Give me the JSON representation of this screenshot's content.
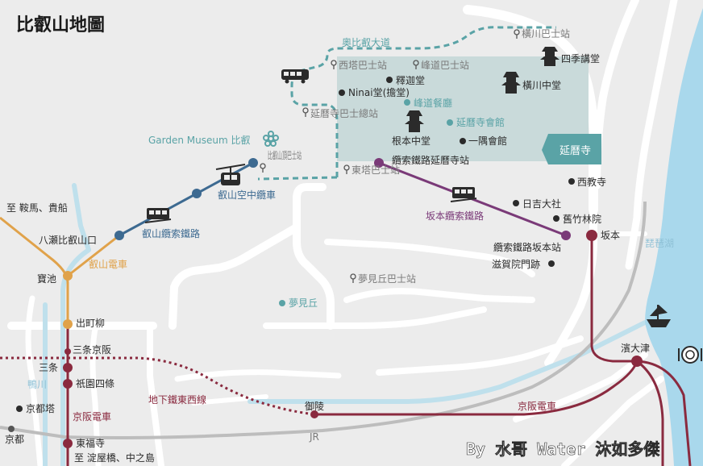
{
  "title": "比叡山地圖",
  "credit": "By 水哥 Water 沐如多傑",
  "colors": {
    "background": "#ececec",
    "road": "#ffffff",
    "lake": "#a9d8ec",
    "temple_area": "#c9dada",
    "okuhiei_road": "#5aa3a6",
    "eizan_cable": "#3d6a91",
    "eizan_railway": "#e0a24a",
    "keihan": "#8a2a3f",
    "sakamoto_cable": "#7a3a78",
    "subway_tozai": "#8a2a3f",
    "jr": "#b9b9b9"
  },
  "labels": {
    "okuhiei_road": "奧比叡大道",
    "yokawa_bus": "橫川巴士站",
    "shiki_kodo": "四季講堂",
    "yokawa_chudo": "橫川中堂",
    "saito_bus": "西塔巴士站",
    "mine_bus": "峰道巴士站",
    "shaka_do": "釋迦堂",
    "ninai_do": "Ninai堂(擔堂)",
    "mine_restaurant": "峰道餐廳",
    "enryakuji_bus": "延曆寺巴士總站",
    "enryakuji_hall": "延曆寺會館",
    "konpon_chudo": "根本中堂",
    "ichigu_kaikan": "一隅會館",
    "enryakuji": "延曆寺",
    "garden_museum": "Garden Museum 比叡",
    "hieizan_top_bus": "比叡山頂巴士站",
    "toto_bus": "東塔巴士站",
    "cable_enryakuji_station": "纜索鐵路延曆寺站",
    "eizan_ropeway": "叡山空中纜車",
    "eizan_cable": "叡山纜索鐵路",
    "sakamoto_cable": "坂本纜索鐵路",
    "saikyoji": "西教寺",
    "hiyoshi_taisha": "日吉大社",
    "kyuchikurin_in": "舊竹林院",
    "cable_sakamoto_station": "纜索鐵路坂本站",
    "sakamoto": "坂本",
    "shigain_monzeki": "滋賀院門跡",
    "biwako": "琵琶湖",
    "yumegaoka_bus": "夢見丘巴士站",
    "yumegaoka": "夢見丘",
    "to_kurama": "至 鞍馬、貴船",
    "yase_hieizanguchi": "八瀬比叡山口",
    "eizan_railway": "叡山電車",
    "takaragaike": "寶池",
    "demachiyanagi": "出町柳",
    "sanjo_keihan": "三条京阪",
    "sanjo": "三条",
    "kamogawa": "鴨川",
    "gion_shijo": "祇園四條",
    "kyoto_tower": "京都塔",
    "keihan_left": "京阪電車",
    "kyoto": "京都",
    "tofukuji": "東福寺",
    "to_yodoyabashi": "至 淀屋橋、中之島",
    "subway_tozai": "地下鐵東西線",
    "misasagi": "御陵",
    "keihan_right": "京阪電車",
    "jr": "JR",
    "hamaotsu": "濱大津"
  }
}
